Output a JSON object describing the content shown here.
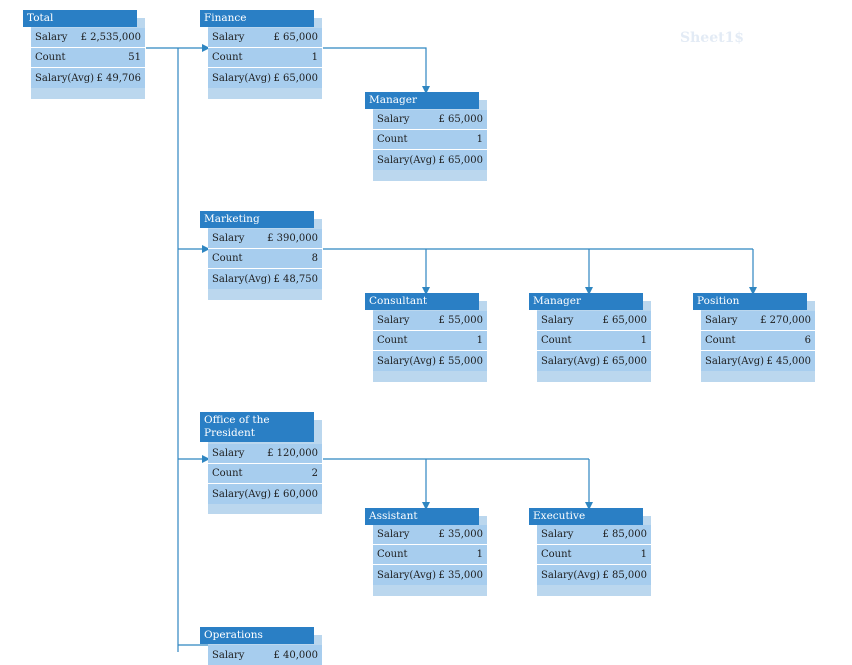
{
  "watermark": "Sheet1$",
  "row_labels": {
    "salary": "Salary",
    "count": "Count",
    "avg": "Salary(Avg)"
  },
  "colors": {
    "header": "#2a7fc5",
    "body": "#a7cdee",
    "shadow": "#bbd7ee",
    "connector": "#2f86c1"
  },
  "nodes": [
    {
      "id": "total",
      "title": "Total",
      "salary": "£ 2,535,000",
      "count": "51",
      "avg": "£ 49,706"
    },
    {
      "id": "finance",
      "title": "Finance",
      "salary": "£ 65,000",
      "count": "1",
      "avg": "£ 65,000"
    },
    {
      "id": "finance-manager",
      "title": "Manager",
      "salary": "£ 65,000",
      "count": "1",
      "avg": "£ 65,000"
    },
    {
      "id": "marketing",
      "title": "Marketing",
      "salary": "£ 390,000",
      "count": "8",
      "avg": "£ 48,750"
    },
    {
      "id": "marketing-consultant",
      "title": "Consultant",
      "salary": "£ 55,000",
      "count": "1",
      "avg": "£ 55,000"
    },
    {
      "id": "marketing-manager",
      "title": "Manager",
      "salary": "£ 65,000",
      "count": "1",
      "avg": "£ 65,000"
    },
    {
      "id": "marketing-position",
      "title": "Position",
      "salary": "£ 270,000",
      "count": "6",
      "avg": "£ 45,000"
    },
    {
      "id": "office",
      "title": "Office of the\nPresident",
      "salary": "£ 120,000",
      "count": "2",
      "avg": "£ 60,000"
    },
    {
      "id": "office-assistant",
      "title": "Assistant",
      "salary": "£ 35,000",
      "count": "1",
      "avg": "£ 35,000"
    },
    {
      "id": "office-executive",
      "title": "Executive",
      "salary": "£ 85,000",
      "count": "1",
      "avg": "£ 85,000"
    },
    {
      "id": "operations",
      "title": "Operations",
      "salary": "£ 40,000",
      "count": "",
      "avg": ""
    }
  ]
}
